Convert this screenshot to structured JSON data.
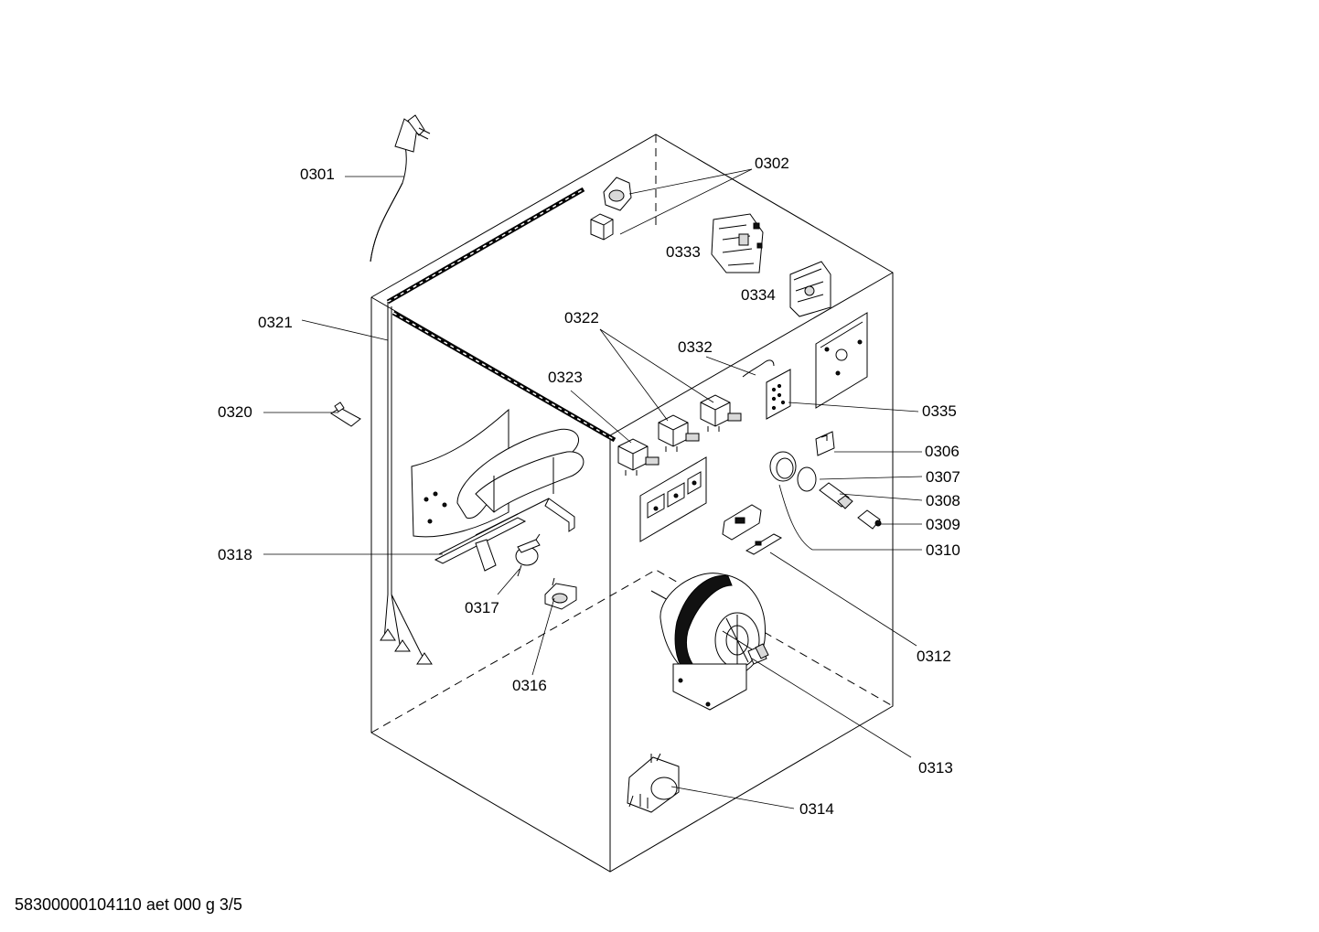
{
  "diagram": {
    "callouts": {
      "c0301": "0301",
      "c0302": "0302",
      "c0306": "0306",
      "c0307": "0307",
      "c0308": "0308",
      "c0309": "0309",
      "c0310": "0310",
      "c0312": "0312",
      "c0313": "0313",
      "c0314": "0314",
      "c0316": "0316",
      "c0317": "0317",
      "c0318": "0318",
      "c0320": "0320",
      "c0321": "0321",
      "c0322": "0322",
      "c0323": "0323",
      "c0332": "0332",
      "c0333": "0333",
      "c0334": "0334",
      "c0335": "0335"
    }
  },
  "footer": {
    "doc_id": "58300000104110 aet 000 g 3/5"
  }
}
